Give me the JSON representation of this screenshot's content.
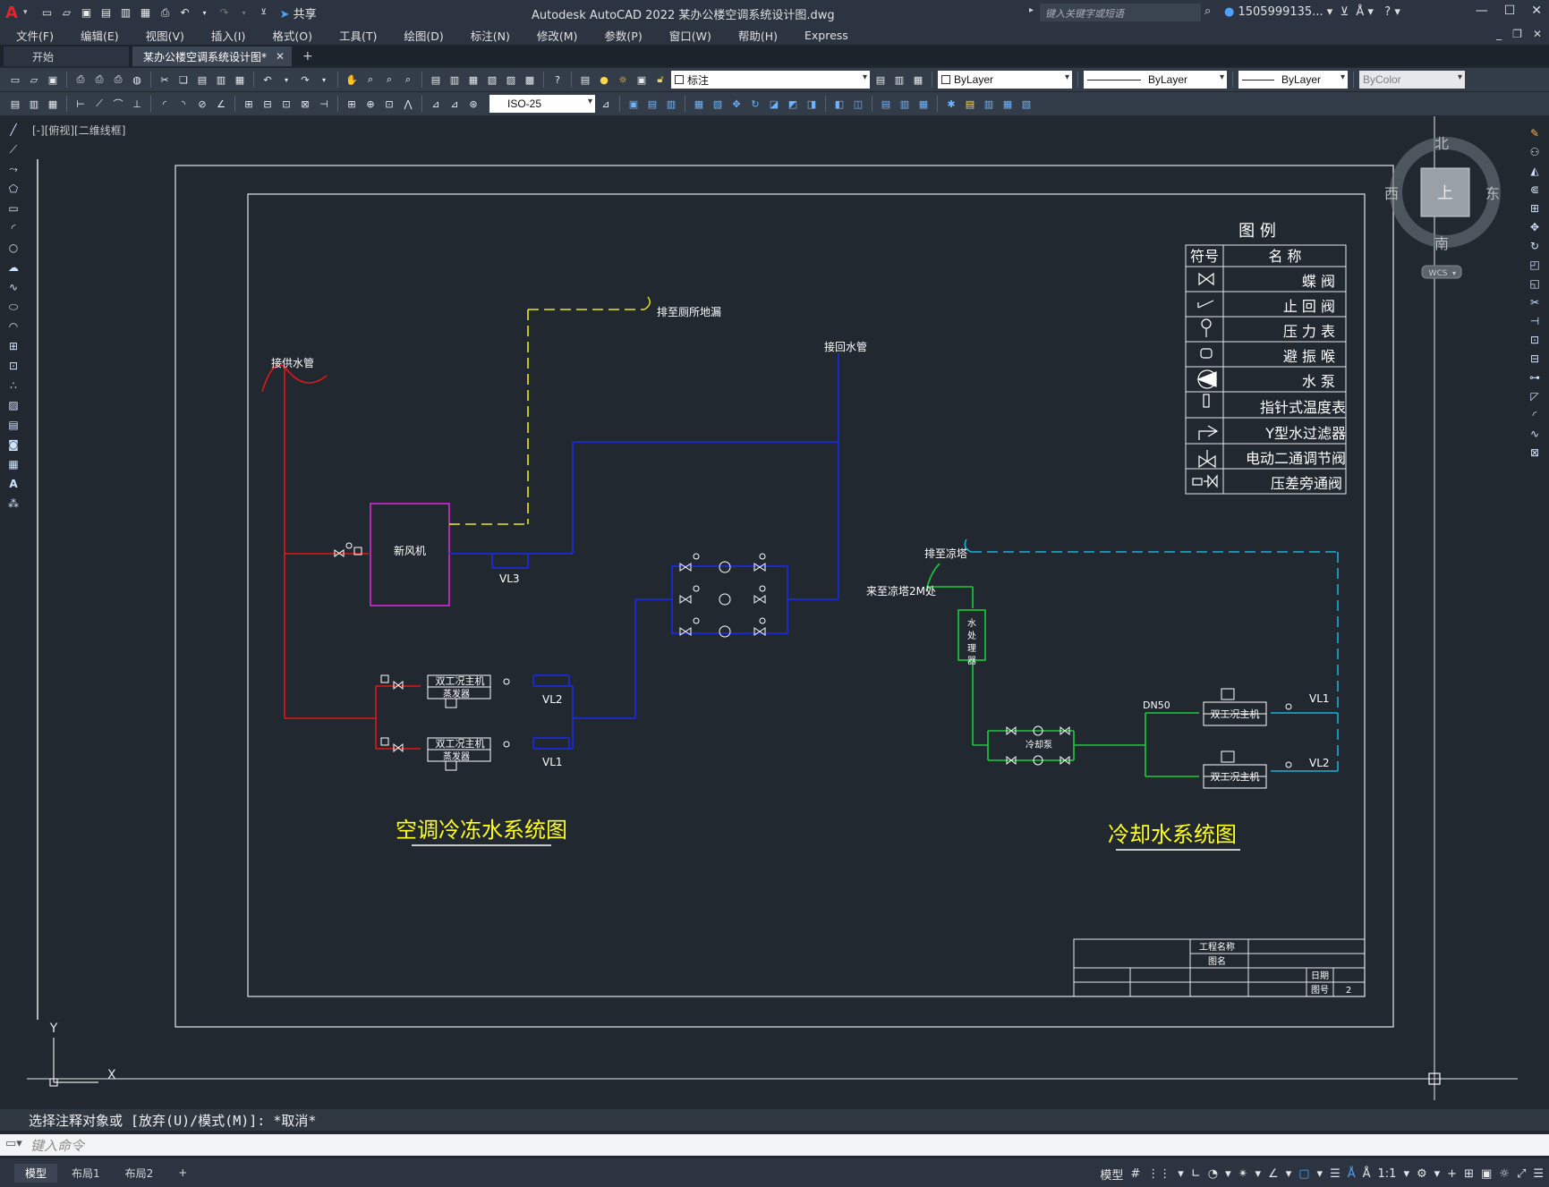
{
  "app": {
    "logo": "A",
    "title": "Autodesk AutoCAD 2022    某办公楼空调系统设计图.dwg",
    "share": "共享",
    "search_placeholder": "键入关键字或短语",
    "user": "1505999135...",
    "window_controls": [
      "—",
      "☐",
      "✕"
    ]
  },
  "menu": [
    "文件(F)",
    "编辑(E)",
    "视图(V)",
    "插入(I)",
    "格式(O)",
    "工具(T)",
    "绘图(D)",
    "标注(N)",
    "修改(M)",
    "参数(P)",
    "窗口(W)",
    "帮助(H)",
    "Express"
  ],
  "tabs": [
    {
      "label": "开始",
      "active": false
    },
    {
      "label": "某办公楼空调系统设计图*",
      "active": true
    }
  ],
  "toolbar": {
    "layer": "标注",
    "color": "ByLayer",
    "linetype": "ByLayer",
    "lineweight": "ByLayer",
    "plotstyle": "ByColor",
    "dimstyle": "ISO-25"
  },
  "viewport_label": "[-][俯视][二维线框]",
  "viewcube": {
    "north": "北",
    "south": "南",
    "east": "东",
    "west": "西",
    "top": "上",
    "wcs": "WCS"
  },
  "drawing": {
    "legend_title": "图  例",
    "legend_header": [
      "符号",
      "名  称"
    ],
    "legend_items": [
      "蝶    阀",
      "止 回 阀",
      "压 力 表",
      "避 振 喉",
      "水    泵",
      "指针式温度表",
      "Y型水过滤器",
      "电动二通调节阀",
      "压差旁通阀"
    ],
    "labels": {
      "supply_pipe": "接供水管",
      "return_pipe": "接回水管",
      "drain": "排至厕所地漏",
      "fresh_air": "新风机",
      "vl3": "VL3",
      "vl2_left": "VL2",
      "vl1_left": "VL1",
      "chiller_unit": "双工况主机",
      "evaporator": "蒸发器",
      "to_tower": "排至凉塔",
      "from_tower": "来至凉塔2M处",
      "water_treat": "水处理器",
      "dn50": "DN50",
      "vl1_right": "VL1",
      "vl2_right": "VL2",
      "pump_label": "冷却泵",
      "chilled_title": "空调冷冻水系统图",
      "cooling_title": "冷却水系统图"
    },
    "titleblock": {
      "project_name": "工程名称",
      "drawing_name": "图名",
      "date": "日期",
      "drawing_no": "图号",
      "drawing_no_value": "2"
    },
    "ucs": {
      "y": "Y",
      "x": "X"
    }
  },
  "command": {
    "history": "选择注释对象或 [放弃(U)/模式(M)]: *取消*",
    "placeholder": "键入命令"
  },
  "status": {
    "layouts": [
      "模型",
      "布局1",
      "布局2"
    ],
    "model": "模型",
    "scale": "1:1"
  }
}
